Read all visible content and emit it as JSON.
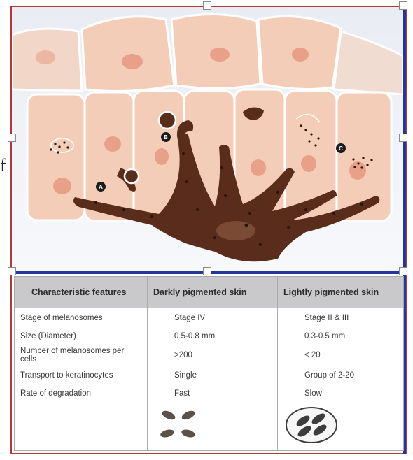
{
  "stray_text": "f",
  "illustration": {
    "labels": [
      "A",
      "B",
      "C"
    ]
  },
  "table": {
    "headers": [
      "Characteristic features",
      "Darkly pigmented skin",
      "Lightly pigmented skin"
    ],
    "rows": [
      [
        "Stage of melanosomes",
        "Stage IV",
        "Stage II & III"
      ],
      [
        "Size (Diameter)",
        "0.5-0.8 mm",
        "0.3-0.5 mm"
      ],
      [
        "Number of melanosomes per cells",
        ">200",
        "< 20"
      ],
      [
        "Transport to keratinocytes",
        "Single",
        "Group of 2-20"
      ],
      [
        "Rate of degradation",
        "Fast",
        "Slow"
      ]
    ]
  },
  "colors": {
    "cell_fill": "#f4cdb8",
    "nucleus": "#e9a088",
    "melanocyte": "#5a2c1c",
    "frame_blue": "#23379a",
    "frame_red": "#b03a3a",
    "header_bg": "#c9c9cc"
  }
}
